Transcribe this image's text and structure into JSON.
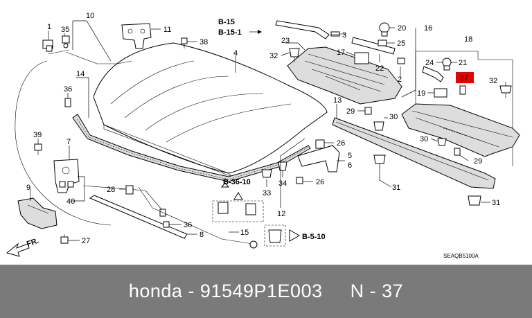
{
  "diagram": {
    "callouts": [
      {
        "label": "1"
      },
      {
        "label": "35"
      },
      {
        "label": "10"
      },
      {
        "label": "11"
      },
      {
        "label": "38"
      },
      {
        "label": "4"
      },
      {
        "label": "14"
      },
      {
        "label": "36"
      },
      {
        "label": "39"
      },
      {
        "label": "7"
      },
      {
        "label": "40"
      },
      {
        "label": "9"
      },
      {
        "label": "27"
      },
      {
        "label": "28"
      },
      {
        "label": "36"
      },
      {
        "label": "8"
      },
      {
        "label": "15"
      },
      {
        "label": "12"
      },
      {
        "label": "33"
      },
      {
        "label": "34"
      },
      {
        "label": "26"
      },
      {
        "label": "26"
      },
      {
        "label": "5"
      },
      {
        "label": "6"
      },
      {
        "label": "13"
      },
      {
        "label": "29"
      },
      {
        "label": "30"
      },
      {
        "label": "32"
      },
      {
        "label": "23"
      },
      {
        "label": "3"
      },
      {
        "label": "17"
      },
      {
        "label": "22"
      },
      {
        "label": "20"
      },
      {
        "label": "25"
      },
      {
        "label": "16"
      },
      {
        "label": "2"
      },
      {
        "label": "18"
      },
      {
        "label": "24"
      },
      {
        "label": "21"
      },
      {
        "label": "37"
      },
      {
        "label": "19"
      },
      {
        "label": "32"
      },
      {
        "label": "30"
      },
      {
        "label": "29"
      },
      {
        "label": "31"
      },
      {
        "label": "31"
      }
    ],
    "refs": {
      "b15": "B-15",
      "b151": "B-15-1",
      "b3610": "B-36-10",
      "b510": "B-5-10"
    },
    "fr_label": "FR.",
    "drawing_code": "SEAQB5100A"
  },
  "footer": {
    "text": "honda - 91549P1E003     N - 37"
  }
}
